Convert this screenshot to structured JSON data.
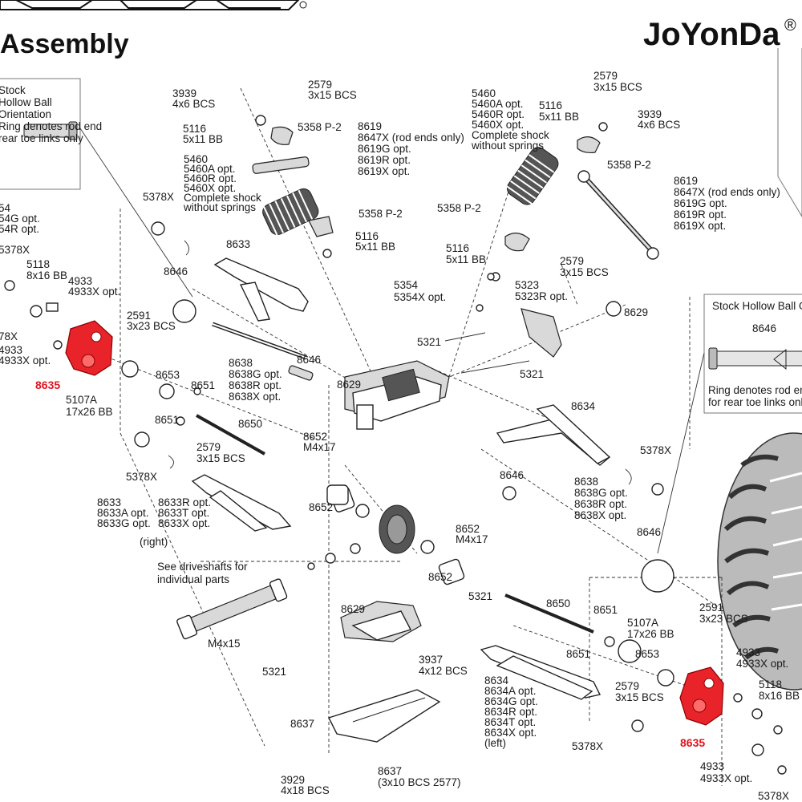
{
  "header": {
    "title": "Assembly",
    "brand": "JoYonDa",
    "brand_mark": "®"
  },
  "insets": {
    "left": {
      "lines": [
        "Stock",
        "Hollow Ball",
        "Orientation",
        "Ring denotes rod end",
        "rear toe links only"
      ]
    },
    "right": {
      "title": "Stock Hollow Ball O",
      "part": "8646",
      "lines": [
        "Ring denotes rod end",
        "for rear toe links only"
      ]
    }
  },
  "labels": {
    "l3939a": [
      "3939",
      "4x6 BCS"
    ],
    "l2579a": [
      "2579",
      "3x15 BCS"
    ],
    "l5116a": [
      "5116",
      "5x11 BB"
    ],
    "l5358a": [
      "5358 P-2"
    ],
    "l8619a": [
      "8619",
      "8647X (rod ends only)",
      "8619G opt.",
      "8619R opt.",
      "8619X opt."
    ],
    "l5460a": [
      "5460",
      "5460A opt.",
      "5460R opt.",
      "5460X opt.",
      "Complete shock",
      "without springs"
    ],
    "l5378a": [
      "5378X"
    ],
    "l5358b": [
      "5358 P-2"
    ],
    "l5116b": [
      "5116",
      "5x11 BB"
    ],
    "l64": [
      "54",
      "54G opt.",
      "54R opt."
    ],
    "l5378b": [
      "5378X"
    ],
    "l5118a": [
      "5118",
      "8x16 BB"
    ],
    "l4933a": [
      "4933",
      "4933X opt."
    ],
    "l8646a": [
      "8646"
    ],
    "l8633a": [
      "8633"
    ],
    "l2591a": [
      "2591",
      "3x23 BCS"
    ],
    "l78x": [
      "78X"
    ],
    "l4933b": [
      "4933",
      "4933X opt."
    ],
    "l8635a": [
      "8635"
    ],
    "l5107a": [
      "5107A",
      "17x26 BB"
    ],
    "l8653a": [
      "8653"
    ],
    "l8651a": [
      "8651"
    ],
    "l8651b": [
      "8651"
    ],
    "l8638a": [
      "8638",
      "8638G opt.",
      "8638R opt.",
      "8638X opt."
    ],
    "l8646b": [
      "8646"
    ],
    "l8650a": [
      "8650"
    ],
    "l5354": [
      "5354",
      "5354X opt."
    ],
    "l5321a": [
      "5321"
    ],
    "l5321b": [
      "5321"
    ],
    "l8629a": [
      "8629"
    ],
    "l5460b": [
      "5460",
      "5460A opt.",
      "5460R opt.",
      "5460X opt.",
      "Complete shock",
      "without springs"
    ],
    "l5116c": [
      "5116",
      "5x11 BB"
    ],
    "l2579b": [
      "2579",
      "3x15 BCS"
    ],
    "l3939b": [
      "3939",
      "4x6 BCS"
    ],
    "l5358c": [
      "5358 P-2"
    ],
    "l8619b": [
      "8619",
      "8647X (rod ends only)",
      "8619G opt.",
      "8619R opt.",
      "8619X opt."
    ],
    "l5358d": [
      "5358 P-2"
    ],
    "l5116d": [
      "5116",
      "5x11 BB"
    ],
    "l2579c": [
      "2579",
      "3x15 BCS"
    ],
    "l5323": [
      "5323",
      "5323R opt."
    ],
    "l8629b": [
      "8629"
    ],
    "l8634a": [
      "8634"
    ],
    "l5378c": [
      "5378X"
    ],
    "l2579d": [
      "2579",
      "3x15 BCS"
    ],
    "l5378d": [
      "5378X"
    ],
    "l8652a": [
      "8652",
      "M4x17"
    ],
    "l8652b": [
      "8652"
    ],
    "l8633b": [
      "8633",
      "8633A opt.",
      "8633G opt."
    ],
    "l8633c": [
      "8633R opt.",
      "8633T opt.",
      "8633X opt."
    ],
    "l8633right": [
      "(right)"
    ],
    "lsee": [
      "See driveshafts for",
      "individual parts"
    ],
    "lm4x15": [
      "M4x15"
    ],
    "l8646c": [
      "8646"
    ],
    "l8638b": [
      "8638",
      "8638G opt.",
      "8638R opt.",
      "8638X opt."
    ],
    "l8646d": [
      "8646"
    ],
    "l8652c": [
      "8652",
      "M4x17"
    ],
    "l8652d": [
      "8652"
    ],
    "l5321c": [
      "5321"
    ],
    "l8629c": [
      "8629"
    ],
    "l8650b": [
      "8650"
    ],
    "l8651c": [
      "8651"
    ],
    "l5107b": [
      "5107A",
      "17x26 BB"
    ],
    "l2591b": [
      "2591",
      "3x23 BCS"
    ],
    "l8651d": [
      "8651"
    ],
    "l8653b": [
      "8653"
    ],
    "l4933c": [
      "4933",
      "4933X opt."
    ],
    "l5118b": [
      "5118",
      "8x16 BB"
    ],
    "l5321d": [
      "5321"
    ],
    "l3937": [
      "3937",
      "4x12 BCS"
    ],
    "l8634b": [
      "8634",
      "8634A opt.",
      "8634G opt.",
      "8634R opt.",
      "8634T opt.",
      "8634X opt.",
      "(left)"
    ],
    "l2579e": [
      "2579",
      "3x15 BCS"
    ],
    "l5378e": [
      "5378X"
    ],
    "l8635b": [
      "8635"
    ],
    "l4933d": [
      "4933",
      "4933X opt."
    ],
    "l8637a": [
      "8637"
    ],
    "l3929": [
      "3929",
      "4x18 BCS"
    ],
    "l8637b": [
      "8637",
      "(3x10 BCS 2577)"
    ],
    "l5378f": [
      "5378X"
    ]
  },
  "colors": {
    "highlight": "#e8242a",
    "label_red": "#e0141e",
    "ink": "#1a1a1a"
  }
}
